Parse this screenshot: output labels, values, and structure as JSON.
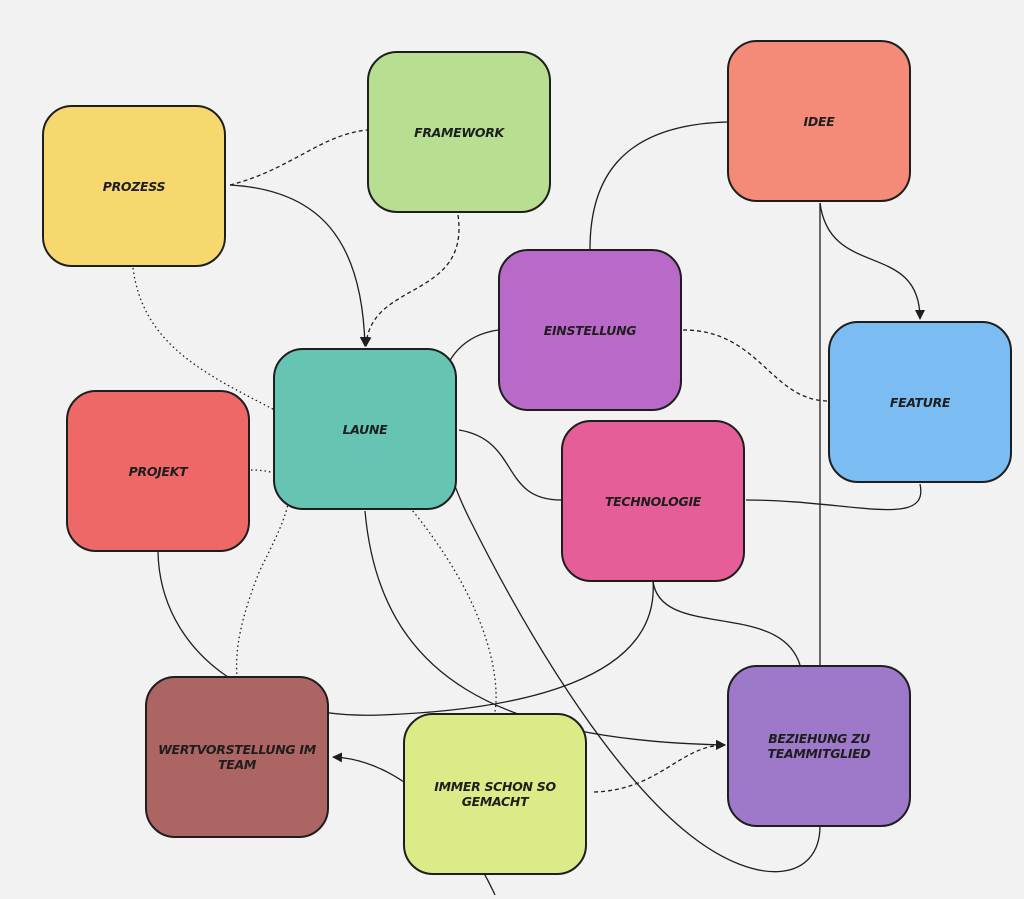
{
  "nodes": {
    "prozess": {
      "label": "Prozess",
      "color": "#f7d86e"
    },
    "framework": {
      "label": "Framework",
      "color": "#b8de92"
    },
    "idee": {
      "label": "Idee",
      "color": "#f38b78"
    },
    "einstellung": {
      "label": "Einstellung",
      "color": "#b96ac8"
    },
    "feature": {
      "label": "Feature",
      "color": "#7bbdf2"
    },
    "laune": {
      "label": "Laune",
      "color": "#66c5b2"
    },
    "projekt": {
      "label": "Projekt",
      "color": "#ef6868"
    },
    "technologie": {
      "label": "Technologie",
      "color": "#e55e97"
    },
    "beziehung": {
      "label": "Beziehung zu Teammitglied",
      "color": "#9e79ca"
    },
    "wertvorstellung": {
      "label": "Wertvorstellung im Team",
      "color": "#ad6564"
    },
    "immer": {
      "label": "Immer schon so gemacht",
      "color": "#ddea88"
    }
  },
  "edges": [
    {
      "from": "prozess",
      "to": "framework",
      "style": "dashed",
      "arrow": false
    },
    {
      "from": "prozess",
      "to": "laune",
      "style": "solid",
      "arrow": true
    },
    {
      "from": "framework",
      "to": "laune",
      "style": "dashed",
      "arrow": true
    },
    {
      "from": "prozess",
      "to": "immer",
      "style": "dotted",
      "arrow": false
    },
    {
      "from": "idee",
      "to": "einstellung",
      "style": "solid",
      "arrow": false
    },
    {
      "from": "idee",
      "to": "feature",
      "style": "solid",
      "arrow": true
    },
    {
      "from": "idee",
      "to": "beziehung",
      "style": "solid",
      "arrow": false
    },
    {
      "from": "einstellung",
      "to": "feature",
      "style": "dashed",
      "arrow": false
    },
    {
      "from": "einstellung",
      "to": "beziehung",
      "style": "solid",
      "arrow": false
    },
    {
      "from": "laune",
      "to": "technologie",
      "style": "solid",
      "arrow": false
    },
    {
      "from": "laune",
      "to": "beziehung",
      "style": "solid",
      "arrow": true
    },
    {
      "from": "feature",
      "to": "technologie",
      "style": "solid",
      "arrow": false
    },
    {
      "from": "technologie",
      "to": "beziehung",
      "style": "solid",
      "arrow": false
    },
    {
      "from": "technologie",
      "to": "projekt",
      "style": "solid",
      "arrow": false
    },
    {
      "from": "projekt",
      "to": "wertvorstellung",
      "style": "dotted",
      "arrow": false
    },
    {
      "from": "immer",
      "to": "wertvorstellung",
      "style": "solid",
      "arrow": true
    },
    {
      "from": "immer",
      "to": "beziehung",
      "style": "dashed",
      "arrow": true
    }
  ]
}
